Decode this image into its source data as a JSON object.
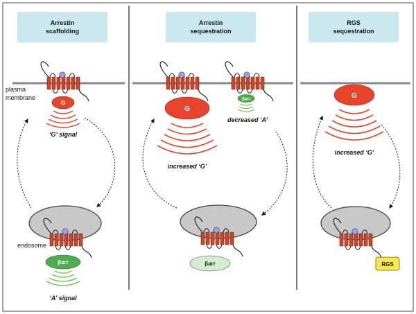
{
  "panels": [
    {
      "title_line1": "Arrestin",
      "title_line2": "scaffolding"
    },
    {
      "title_line1": "Arrestin",
      "title_line2": "sequestration"
    },
    {
      "title_line1": "RGS",
      "title_line2": "sequestration"
    }
  ],
  "labels": {
    "plasma": "plasma",
    "membrane": "membrane",
    "endosome": "endosome",
    "g": "G",
    "barr": "βarr",
    "rgs": "RGS",
    "g_signal": "‘G’ signal",
    "a_signal": "‘A’ signal",
    "increased_g": "increased ‘G’",
    "decreased_a": "decreased ‘A’"
  },
  "colors": {
    "title_box": "#c9e9ee",
    "g_protein": "#e8442c",
    "arcs_red": "#e8442c",
    "arrestin": "#4cae4c",
    "arrestin_light": "#d4ecd0",
    "arcs_green": "#6bbf4e",
    "rgs": "#f6e84a",
    "endosome": "#c8c8c8",
    "membrane": "#8a8a8a",
    "receptor": "#c9472c",
    "ligand": "#9aa6d6"
  }
}
